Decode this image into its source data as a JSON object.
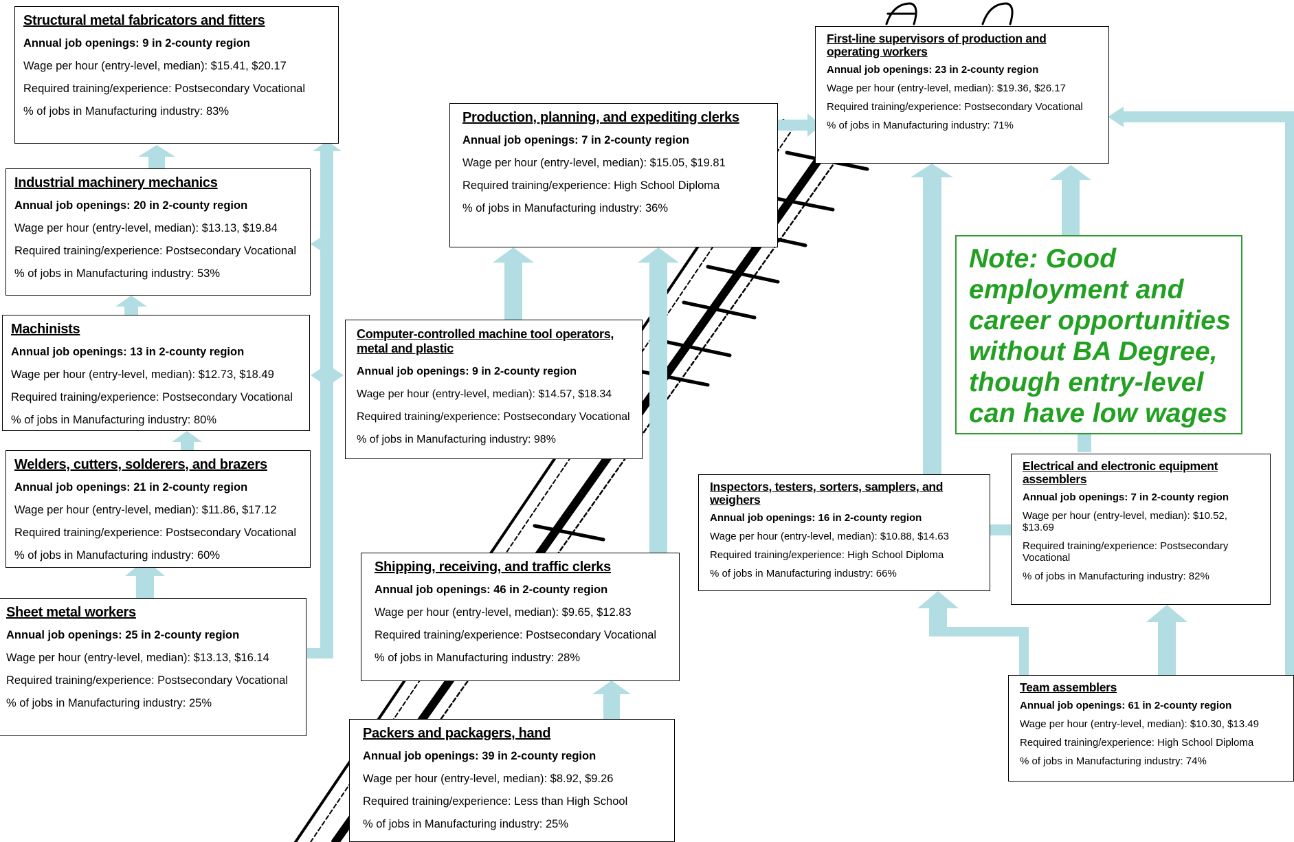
{
  "colors": {
    "arrow": "#b1dde3",
    "card_border": "#000000",
    "note": "#22a022",
    "note_border": "#2f9a2f"
  },
  "note": "Note:  Good employment and career opportunities without BA Degree, though entry-level can have low wages",
  "jobs": [
    {
      "id": "structural",
      "title": "Structural metal fabricators and fitters",
      "openings": "Annual job openings: 9 in 2-county region",
      "wage": "Wage per hour (entry-level, median): $15.41, $20.17",
      "training": "Required training/experience:  Postsecondary Vocational",
      "pct": "% of jobs in Manufacturing industry: 83%"
    },
    {
      "id": "industrial",
      "title": "Industrial machinery mechanics",
      "openings": "Annual job openings: 20 in 2-county region",
      "wage": "Wage per hour (entry-level, median): $13.13, $19.84",
      "training": "Required training/experience:  Postsecondary Vocational",
      "pct": "% of jobs in Manufacturing industry: 53%"
    },
    {
      "id": "machinists",
      "title": "Machinists",
      "openings": "Annual job openings: 13 in 2-county region",
      "wage": "Wage per hour (entry-level, median): $12.73, $18.49",
      "training": "Required training/experience: Postsecondary Vocational",
      "pct": "% of jobs in Manufacturing industry: 80%"
    },
    {
      "id": "welders",
      "title": "Welders, cutters, solderers, and brazers",
      "openings": "Annual job openings: 21 in 2-county region",
      "wage": "Wage per hour (entry-level, median): $11.86, $17.12",
      "training": "Required training/experience:  Postsecondary Vocational",
      "pct": "% of jobs in Manufacturing industry: 60%"
    },
    {
      "id": "sheetmetal",
      "title": "Sheet metal workers",
      "openings": "Annual job openings: 25 in 2-county region",
      "wage": "Wage per hour (entry-level, median): $13.13, $16.14",
      "training": "Required training/experience:  Postsecondary Vocational",
      "pct": "% of jobs in Manufacturing industry: 25%"
    },
    {
      "id": "production",
      "title": "Production, planning, and expediting clerks",
      "openings": "Annual job openings: 7 in 2-county region",
      "wage": "Wage per hour (entry-level, median): $15.05, $19.81",
      "training": "Required training/experience:  High School Diploma",
      "pct": "% of jobs in Manufacturing industry: 36%"
    },
    {
      "id": "cnc",
      "title": "Computer-controlled machine tool operators, metal and plastic",
      "openings": "Annual job openings: 9 in 2-county region",
      "wage": "Wage per hour (entry-level, median): $14.57, $18.34",
      "training": "Required training/experience:  Postsecondary Vocational",
      "pct": "% of jobs in Manufacturing industry: 98%"
    },
    {
      "id": "shipping",
      "title": "Shipping, receiving, and traffic clerks",
      "openings": "Annual job openings: 46 in 2-county region",
      "wage": "Wage per hour (entry-level, median): $9.65, $12.83",
      "training": "Required training/experience:  Postsecondary Vocational",
      "pct": "% of jobs in Manufacturing industry: 28%"
    },
    {
      "id": "packers",
      "title": "Packers and packagers, hand",
      "openings": "Annual job openings: 39 in 2-county region",
      "wage": "Wage per hour (entry-level, median): $8.92, $9.26",
      "training": "Required training/experience:  Less than High School",
      "pct": "% of jobs in Manufacturing industry: 25%"
    },
    {
      "id": "supervisors",
      "title": "First-line supervisors of production and operating workers",
      "openings": "Annual job openings: 23 in 2-county region",
      "wage": "Wage per hour (entry-level, median): $19.36, $26.17",
      "training": "Required training/experience:  Postsecondary Vocational",
      "pct": "% of jobs in Manufacturing industry: 71%"
    },
    {
      "id": "inspectors",
      "title": "Inspectors, testers, sorters, samplers, and weighers",
      "openings": "Annual job openings: 16 in 2-county region",
      "wage": "Wage per hour (entry-level, median): $10.88, $14.63",
      "training": "Required training/experience:  High School Diploma",
      "pct": "% of jobs in Manufacturing industry: 66%"
    },
    {
      "id": "electrical",
      "title": "Electrical and electronic equipment assemblers",
      "openings": "Annual job openings: 7 in 2-county region",
      "wage": "Wage per hour (entry-level, median): $10.52, $13.69",
      "training": "Required training/experience:  Postsecondary Vocational",
      "pct": "% of jobs in Manufacturing industry: 82%"
    },
    {
      "id": "team",
      "title": "Team assemblers",
      "openings": "Annual job openings: 61 in 2-county region",
      "wage": "Wage per hour (entry-level, median): $10.30, $13.49",
      "training": "Required training/experience:  High School Diploma",
      "pct": "% of jobs in Manufacturing industry: 74%"
    }
  ]
}
